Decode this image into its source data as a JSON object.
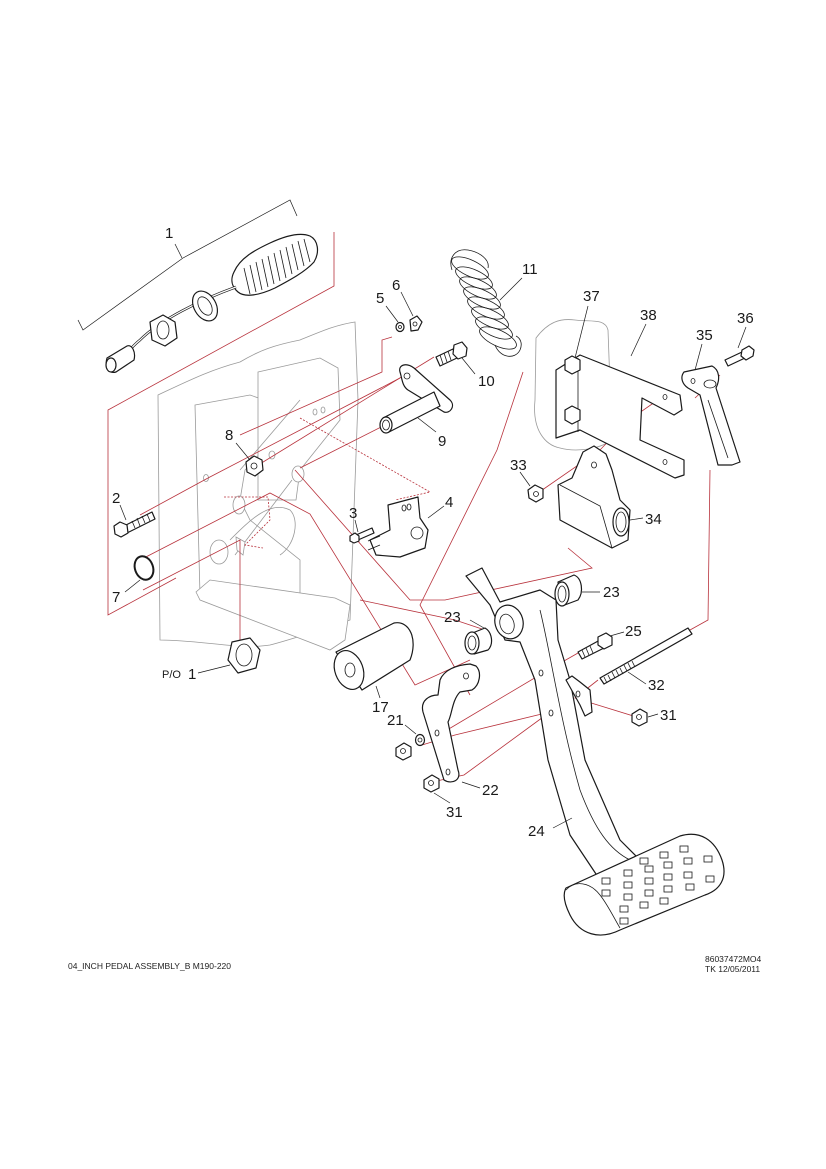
{
  "diagram": {
    "title": "04_INCH PEDAL ASSEMBLY_B M190-220",
    "drawing_number": "86037472MO4",
    "revision": "TK 12/05/2011",
    "colors": {
      "part_outline": "#1a1a1a",
      "frame_outline": "#9a9a9a",
      "assembly_line": "#b8323c",
      "background": "#ffffff"
    },
    "parts": [
      {
        "ref": "1",
        "name": "cable-assembly"
      },
      {
        "ref": "2",
        "name": "bolt"
      },
      {
        "ref": "3",
        "name": "screw"
      },
      {
        "ref": "4",
        "name": "switch"
      },
      {
        "ref": "5",
        "name": "washer"
      },
      {
        "ref": "6",
        "name": "nut"
      },
      {
        "ref": "7",
        "name": "snap-ring"
      },
      {
        "ref": "8",
        "name": "nut"
      },
      {
        "ref": "9",
        "name": "pivot-pin"
      },
      {
        "ref": "10",
        "name": "bolt"
      },
      {
        "ref": "11",
        "name": "spring"
      },
      {
        "ref": "17",
        "name": "bumper"
      },
      {
        "ref": "21",
        "name": "washer"
      },
      {
        "ref": "22",
        "name": "bracket"
      },
      {
        "ref": "23",
        "name": "bushing"
      },
      {
        "ref": "24",
        "name": "pedal"
      },
      {
        "ref": "25",
        "name": "bolt"
      },
      {
        "ref": "31",
        "name": "nut"
      },
      {
        "ref": "32",
        "name": "stud"
      },
      {
        "ref": "33",
        "name": "nut"
      },
      {
        "ref": "34",
        "name": "sensor"
      },
      {
        "ref": "35",
        "name": "link"
      },
      {
        "ref": "36",
        "name": "bolt"
      },
      {
        "ref": "37",
        "name": "bolt"
      },
      {
        "ref": "38",
        "name": "mounting-plate"
      }
    ],
    "callouts": {
      "c1": "1",
      "c2": "2",
      "c3": "3",
      "c4": "4",
      "c5": "5",
      "c6": "6",
      "c7": "7",
      "c8": "8",
      "c9": "9",
      "c10": "10",
      "c11": "11",
      "c17": "17",
      "c21": "21",
      "c22": "22",
      "c23a": "23",
      "c23b": "23",
      "c24": "24",
      "c25": "25",
      "c31a": "31",
      "c31b": "31",
      "c32": "32",
      "c33": "33",
      "c34": "34",
      "c35": "35",
      "c36": "36",
      "c37": "37",
      "c38": "38",
      "po_prefix": "P/O",
      "po_ref": "1"
    }
  }
}
